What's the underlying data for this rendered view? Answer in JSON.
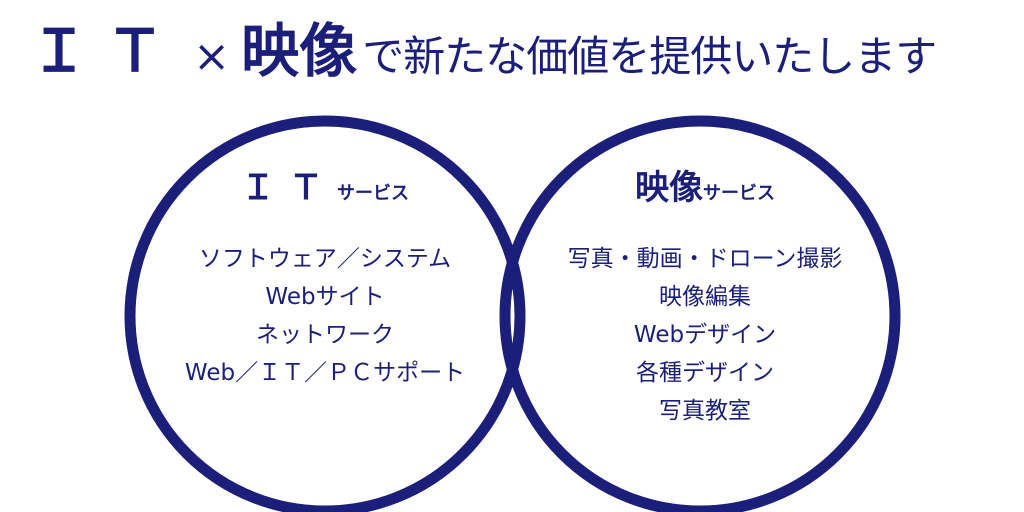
{
  "headline": {
    "it": "ＩＴ",
    "times": "×",
    "video": "映像",
    "rest": "で新たな価値を提供いたします"
  },
  "colors": {
    "accent": "#1b1f7a",
    "background": "#ffffff"
  },
  "left_circle": {
    "title_main": "ＩＴ",
    "title_sub": "サービス",
    "items": [
      "ソフトウェア／システム",
      "Webサイト",
      "ネットワーク",
      "Web／ＩＴ／ＰＣサポート"
    ]
  },
  "right_circle": {
    "title_main": "映像",
    "title_sub": "サービス",
    "items": [
      "写真・動画・ドローン撮影",
      "映像編集",
      "Webデザイン",
      "各種デザイン",
      "写真教室"
    ]
  }
}
